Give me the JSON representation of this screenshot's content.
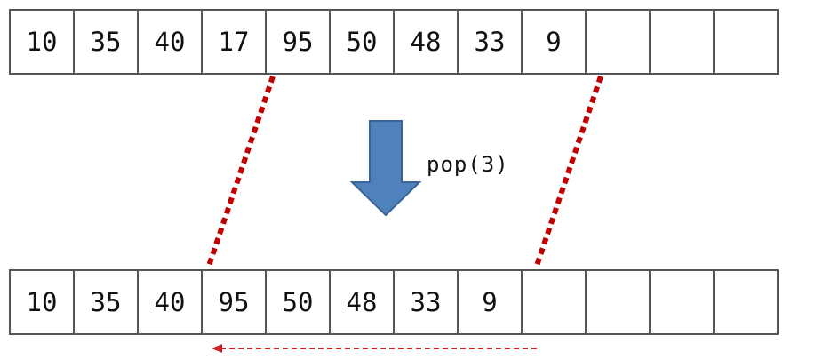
{
  "before": {
    "cells": [
      "10",
      "35",
      "40",
      "17",
      "95",
      "50",
      "48",
      "33",
      "9",
      "",
      "",
      ""
    ]
  },
  "operation": {
    "label": "pop(3)"
  },
  "after": {
    "cells": [
      "10",
      "35",
      "40",
      "95",
      "50",
      "48",
      "33",
      "9",
      "",
      "",
      "",
      ""
    ]
  },
  "colors": {
    "arrow_fill": "#4f81bd",
    "arrow_stroke": "#3a6396",
    "dotted_line": "#c00000",
    "shift_arrow": "#d02020",
    "cell_border": "#555555"
  },
  "icons": {
    "operation_arrow": "down-arrow-icon",
    "shift_arrow": "left-arrow-icon"
  }
}
